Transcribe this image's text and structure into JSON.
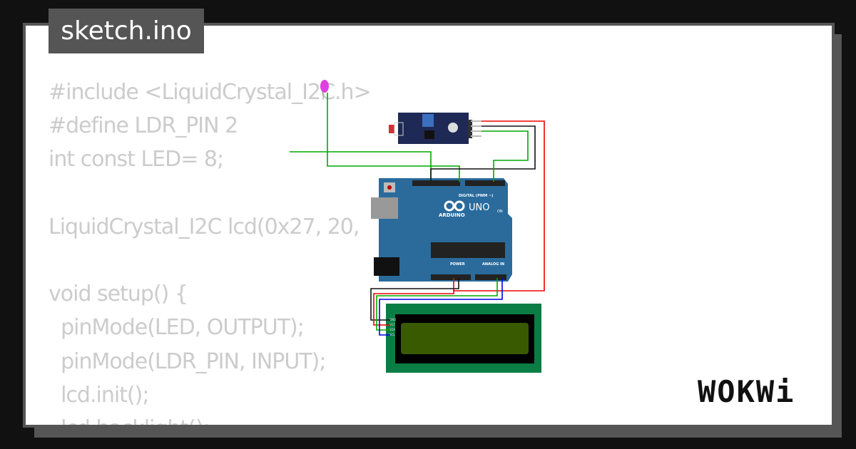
{
  "tab": {
    "filename": "sketch.ino"
  },
  "code_lines": [
    "#include <LiquidCrystal_I2C.h>",
    "#define LDR_PIN 2",
    "int const LED= 8;",
    "",
    "LiquidCrystal_I2C lcd(0x27, 20,",
    "",
    "void setup() {",
    "  pinMode(LED, OUTPUT);",
    "  pinMode(LDR_PIN, INPUT);",
    "  lcd.init();",
    "  lcd.backlight();"
  ],
  "board": {
    "brand": "ARDUINO",
    "model": "UNO",
    "digital_label": "DIGITAL (PWM ~)",
    "power_label": "POWER",
    "analog_label": "ANALOG IN",
    "on_label": "ON"
  },
  "lcd_pins": [
    "GND",
    "VCC",
    "SDA",
    "SCL"
  ],
  "logo": "WOKWi",
  "colors": {
    "background": "#111111",
    "frame": "#555555",
    "code": "#cccccc",
    "board": "#2a6b9c",
    "lcd_pcb": "#0a7d44",
    "lcd_screen": "#3a5a00"
  }
}
